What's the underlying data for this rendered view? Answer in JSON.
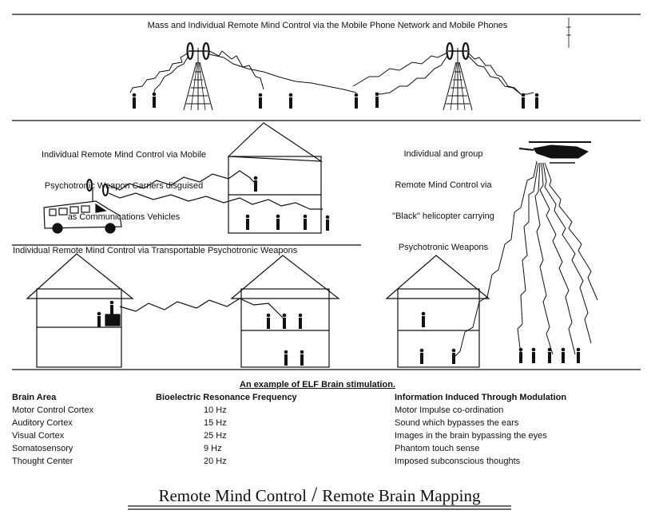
{
  "panels": {
    "mobile_network": {
      "title": "Mass and Individual Remote Mind Control via the Mobile Phone Network and Mobile Phones"
    },
    "vehicles": {
      "title_lines": [
        "Individual Remote Mind Control via Mobile",
        "Psychotronic Weapon Carriers disguised",
        "as Communications Vehicles"
      ]
    },
    "helicopter": {
      "title_lines": [
        "Individual and group",
        "Remote Mind Control via",
        "\"Black\" helicopter carrying",
        "Psychotronic Weapons"
      ]
    },
    "transportable": {
      "title": "Individual Remote Mind Control via Transportable Psychotronic Weapons"
    }
  },
  "table": {
    "caption": "An example of ELF Brain stimulation.",
    "headers": {
      "area": "Brain Area",
      "frequency": "Bioelectric Resonance Frequency",
      "information": "Information Induced Through Modulation"
    },
    "rows": [
      {
        "area": "Motor Control Cortex",
        "frequency": "10 Hz",
        "information": "Motor Impulse co-ordination"
      },
      {
        "area": "Auditory Cortex",
        "frequency": "15 Hz",
        "information": "Sound which bypasses the ears"
      },
      {
        "area": "Visual Cortex",
        "frequency": "25 Hz",
        "information": "Images in the brain bypassing the eyes"
      },
      {
        "area": "Somatosensory",
        "frequency": "9 Hz",
        "information": "Phantom touch sense"
      },
      {
        "area": "Thought Center",
        "frequency": "20 Hz",
        "information": "Imposed subconscious thoughts"
      }
    ]
  },
  "footer": {
    "left": "Remote Mind Control",
    "slash": "/",
    "right": "Remote Brain Mapping"
  }
}
